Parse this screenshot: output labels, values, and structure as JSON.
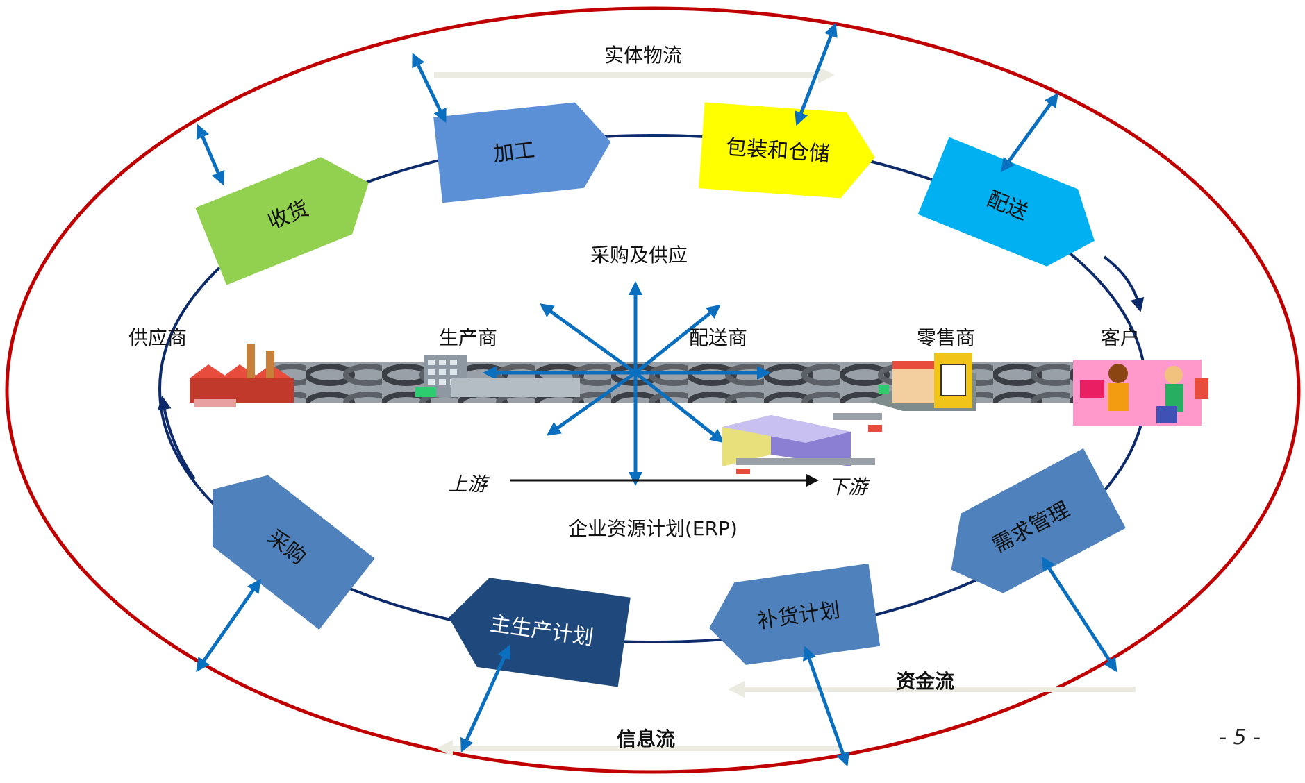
{
  "flows": {
    "physical": "实体物流",
    "funds": "资金流",
    "info": "信息流"
  },
  "center": {
    "top": "采购及供应",
    "bottom": "企业资源计划(ERP)",
    "upstream": "上游",
    "downstream": "下游"
  },
  "actors": {
    "supplier": "供应商",
    "manufacturer": "生产商",
    "distributor": "配送商",
    "retailer": "零售商",
    "customer": "客户"
  },
  "steps": {
    "receiving": "收货",
    "processing": "加工",
    "packaging": "包装和仓储",
    "delivery": "配送",
    "procurement": "采购",
    "mps": "主生产计划",
    "replenishment": "补货计划",
    "demand": "需求管理"
  },
  "colors": {
    "ellipse": "#c00000",
    "cycle": "#0d2a6b",
    "arrow": "#0b6fc0",
    "flow_arrow": "#ecebe2",
    "receiving": "#92d050",
    "processing": "#5b8fd6",
    "packaging": "#ffff00",
    "delivery": "#00b0f0",
    "procurement": "#4f81bd",
    "mps": "#1f497d",
    "replenishment": "#4f81bd",
    "demand": "#4f81bd"
  },
  "page_number": "- 5 -"
}
